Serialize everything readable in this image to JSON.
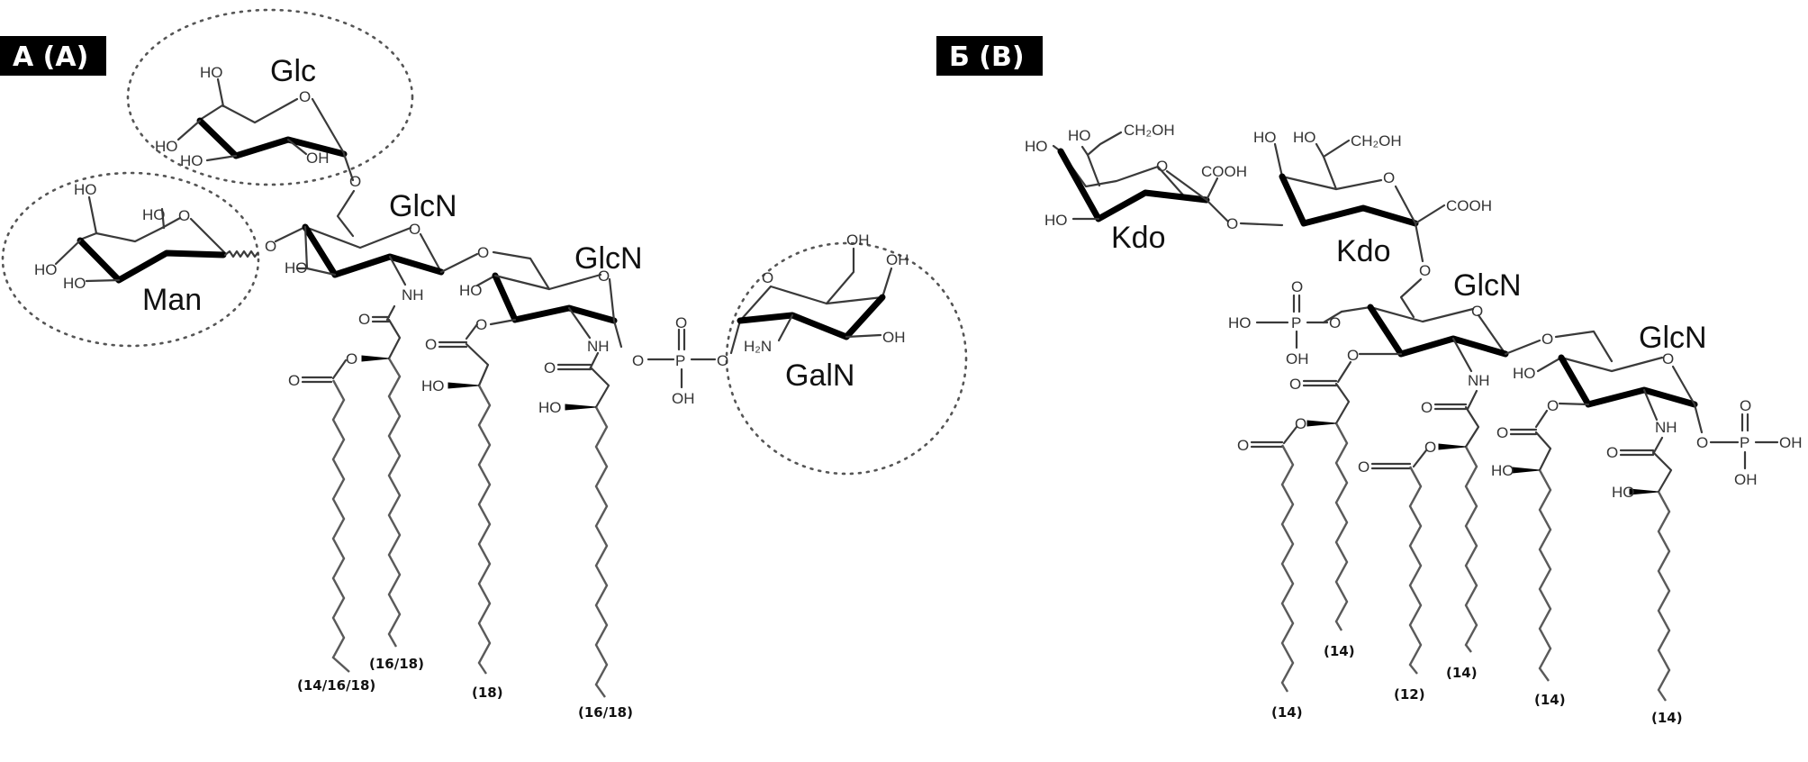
{
  "panels": [
    {
      "label": "А (A)",
      "sugars": [
        "Glc",
        "Man",
        "GlcN",
        "GlcN",
        "GalN"
      ],
      "chain_lengths": [
        "(14/16/18)",
        "(16/18)",
        "(18)",
        "(16/18)"
      ],
      "atoms": {
        "ho": "HO",
        "oh": "OH",
        "o": "O",
        "nh": "NH",
        "p": "P",
        "h2n": "H₂N"
      }
    },
    {
      "label": "Б (B)",
      "sugars": [
        "Kdo",
        "Kdo",
        "GlcN",
        "GlcN"
      ],
      "chain_lengths": [
        "(14)",
        "(14)",
        "(12)",
        "(14)",
        "(14)",
        "(14)"
      ],
      "atoms": {
        "ho": "HO",
        "oh": "OH",
        "o": "O",
        "nh": "NH",
        "p": "P",
        "cooh": "COOH",
        "ch2oh": "CH₂OH"
      }
    }
  ]
}
